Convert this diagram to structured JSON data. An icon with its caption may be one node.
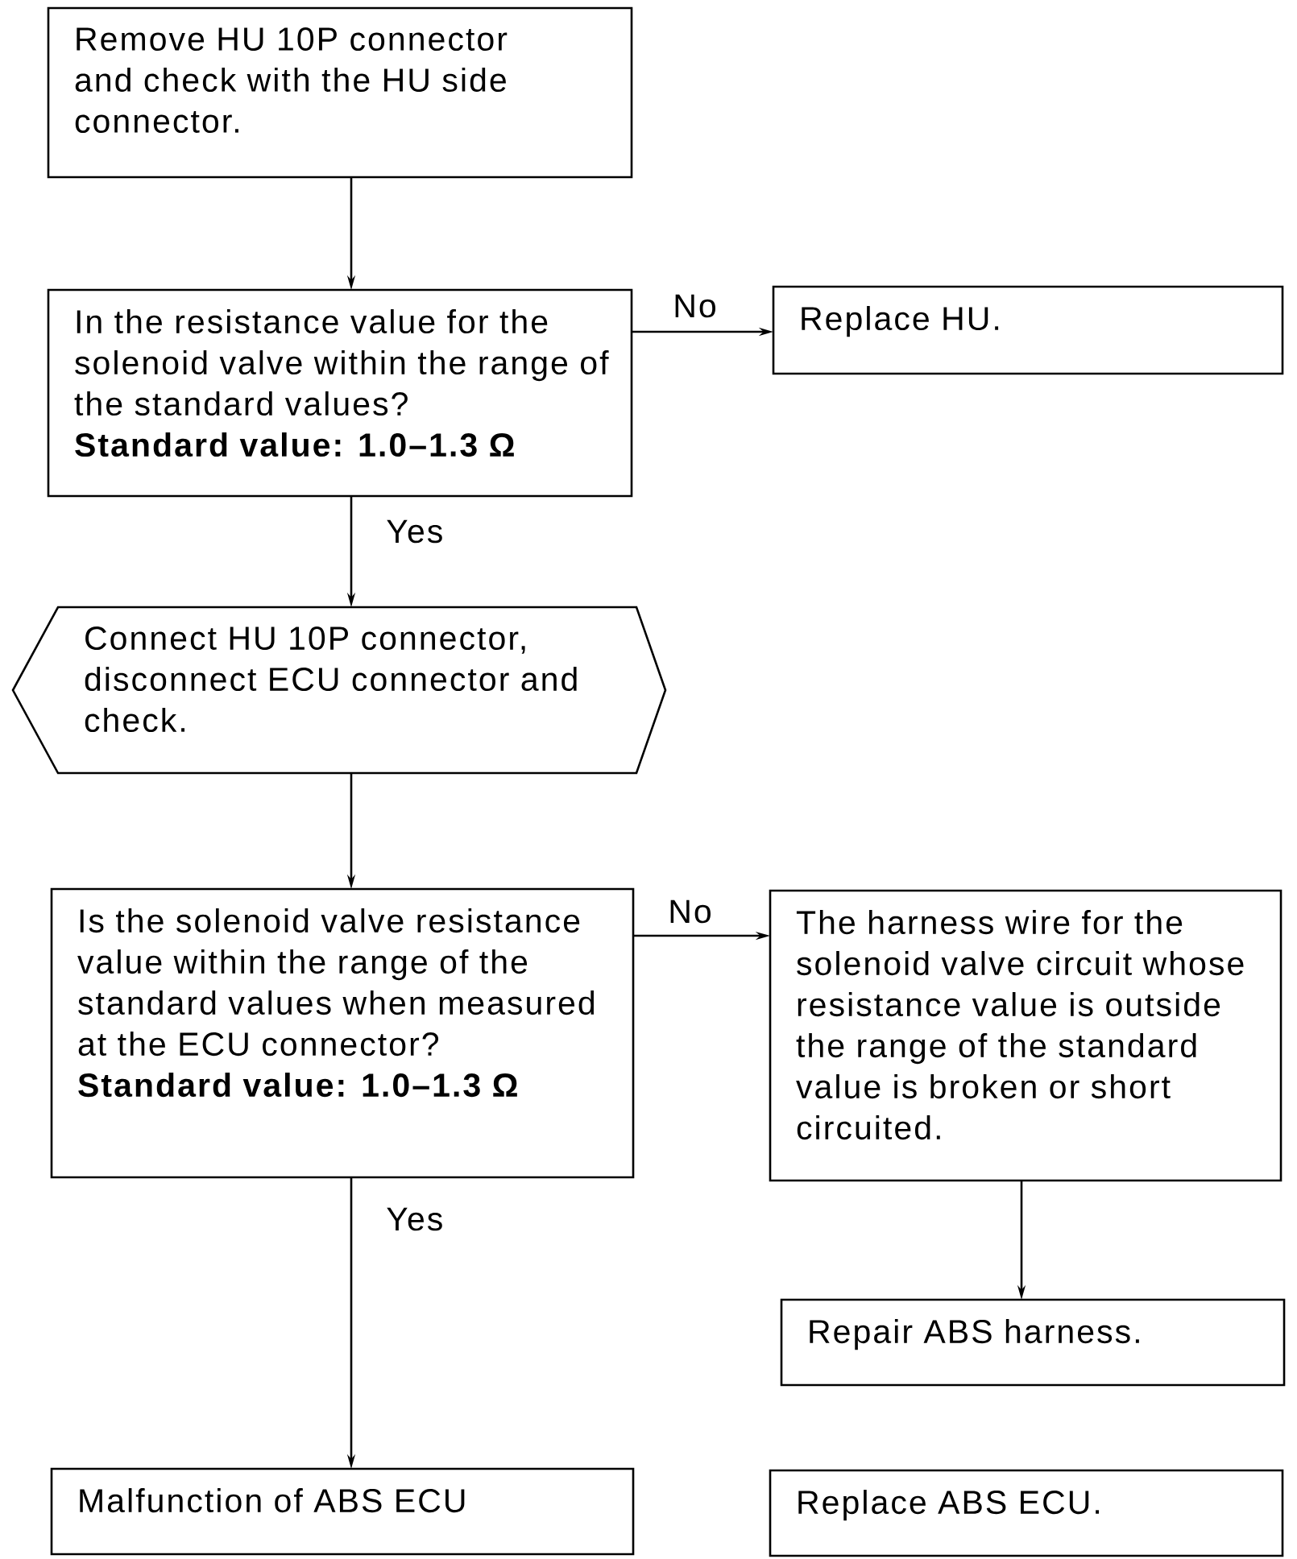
{
  "diagram": {
    "nodes": [
      {
        "text": [
          "Remove HU 10P connector and check with the HU side connector."
        ]
      },
      {
        "text": [
          "In the resistance value for the solenoid valve within the range of the standard values?",
          "Standard value: 1.0–1.3 Ω"
        ]
      },
      {
        "text": [
          "Replace HU."
        ]
      },
      {
        "text": [
          "Connect HU 10P connector, disconnect ECU connector and check."
        ]
      },
      {
        "text": [
          "Is the solenoid valve resistance value within the range of the standard values when measured at the ECU connector?",
          "Standard value: 1.0–1.3 Ω"
        ]
      },
      {
        "text": [
          "The harness wire for the solenoid valve circuit whose resistance value is outside the range of the standard value is broken or short circuited."
        ]
      },
      {
        "text": [
          "Repair ABS harness."
        ]
      },
      {
        "text": [
          "Malfunction of ABS ECU"
        ]
      },
      {
        "text": [
          "Replace ABS ECU."
        ]
      }
    ],
    "edges": [
      {
        "from": 0,
        "to": 1,
        "arrow": "to"
      },
      {
        "from": 1,
        "to": 2,
        "arrow": "to",
        "label": "No"
      },
      {
        "from": 1,
        "to": 3,
        "arrow": "to",
        "label": "Yes"
      },
      {
        "from": 3,
        "to": 4,
        "arrow": "to"
      },
      {
        "from": 4,
        "to": 5,
        "arrow": "to",
        "label": "No"
      },
      {
        "from": 4,
        "to": 7,
        "arrow": "to",
        "label": "Yes"
      },
      {
        "from": 5,
        "to": 6,
        "arrow": "to"
      }
    ]
  }
}
